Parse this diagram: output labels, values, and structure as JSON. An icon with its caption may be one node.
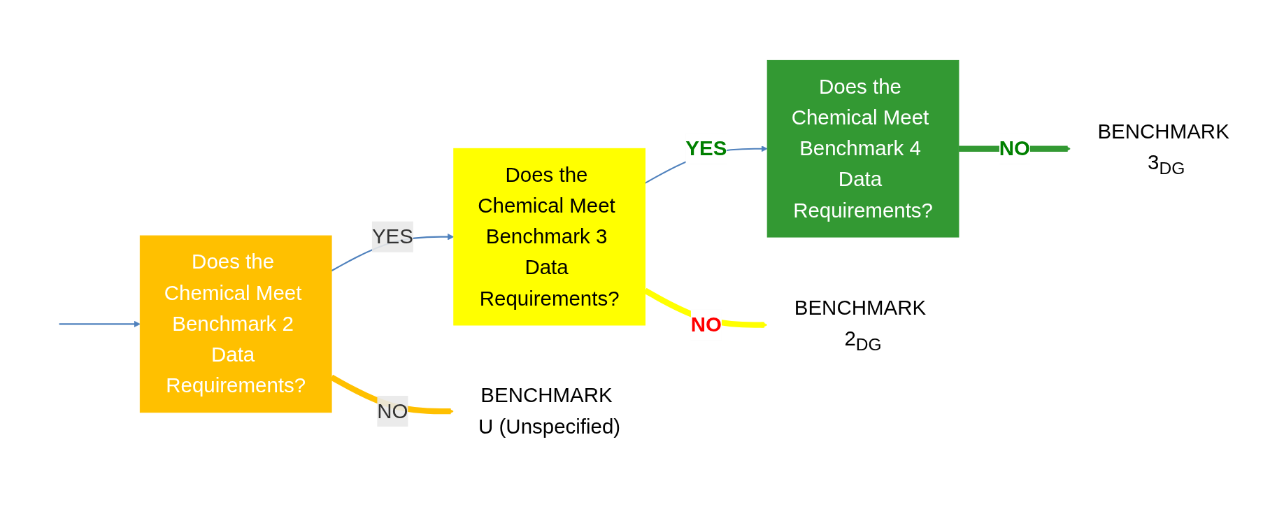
{
  "diagram": {
    "nodes": [
      {
        "text": [
          "Does the Chemical Meet Benchmark 4 Data Requirements?"
        ]
      },
      {
        "text": [
          "BENCHMARK 3$_{DG}$"
        ]
      },
      {
        "text": [
          "Does the Chemical Meet Benchmark 3 Data Requirements?"
        ]
      },
      {
        "text": [
          "BENCHMARK 2$_{DG}$"
        ]
      },
      {
        "text": [
          "Does the Chemical Meet Benchmark 2 Data Requirements?"
        ]
      },
      {
        "text": [
          "BENCHMARK U (Unspecified)"
        ]
      }
    ],
    "edges": [
      {
        "from": 0,
        "to": 1,
        "arrow": "to",
        "label": "NO",
        "style": "thick",
        "color": "#339933"
      },
      {
        "from": 2,
        "to": 0,
        "arrow": "to",
        "label": "YES",
        "color": "#4f81bd"
      },
      {
        "from": 2,
        "to": 3,
        "arrow": "to",
        "label": "NO",
        "style": "thick",
        "color": "#ffff00"
      },
      {
        "from": 4,
        "to": 2,
        "arrow": "to",
        "label": "YES",
        "color": "#4f81bd"
      },
      {
        "from": 4,
        "to": 5,
        "arrow": "to",
        "label": "NO",
        "style": "thick",
        "color": "#ffc000"
      },
      {
        "from": null,
        "to": 4,
        "arrow": "to",
        "color": "#4f81bd"
      }
    ]
  }
}
